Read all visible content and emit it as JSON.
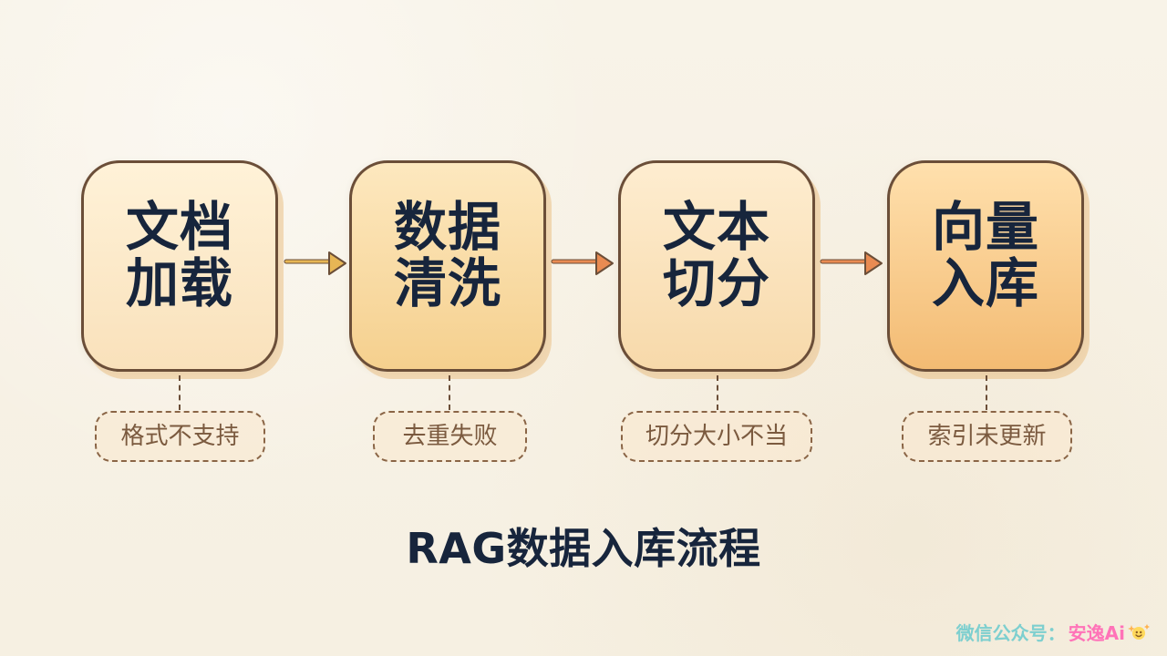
{
  "steps": [
    {
      "line1": "文档",
      "line2": "加载",
      "issue": "格式不支持"
    },
    {
      "line1": "数据",
      "line2": "清洗",
      "issue": "去重失败"
    },
    {
      "line1": "文本",
      "line2": "切分",
      "issue": "切分大小不当"
    },
    {
      "line1": "向量",
      "line2": "入库",
      "issue": "索引未更新"
    }
  ],
  "title": "RAG数据入库流程",
  "watermark": {
    "left": "微信公众号：",
    "right": "安逸Ai"
  },
  "icons": {
    "arrow": "right-arrow-icon",
    "watermark": "sparkle-icon"
  },
  "colors": {
    "background": "#f7f2e6",
    "text": "#17253c",
    "border": "#6b4e38",
    "arrow_1": "#e7b655",
    "arrow_2": "#e98b52",
    "arrow_3": "#e98b52",
    "issue_text": "#7b5a3f",
    "watermark_left": "#7dcfcf",
    "watermark_right": "#ff73b8"
  }
}
